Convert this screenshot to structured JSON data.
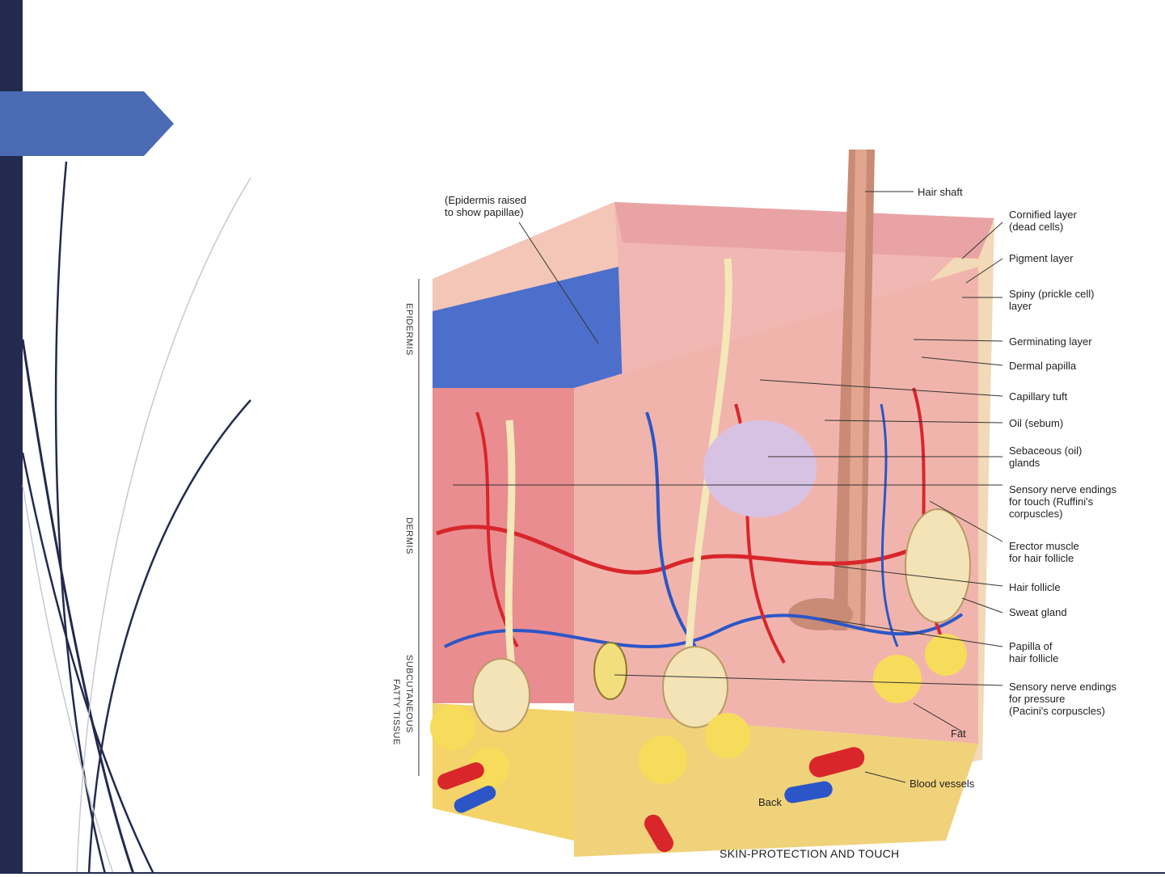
{
  "theme": {
    "bar": "#232a4f",
    "tab": "#4a6bb3",
    "tab_dark": "#3d5a9e"
  },
  "figure": {
    "note": "(Epidermis raised\nto show papillae)",
    "labels": [
      "Hair shaft",
      "Cornified layer\n(dead cells)",
      "Pigment layer",
      "Spiny (prickle cell)\nlayer",
      "Germinating layer",
      "Dermal papilla",
      "Capillary tuft",
      "Oil (sebum)",
      "Sebaceous (oil)\nglands",
      "Sensory nerve endings\nfor touch (Ruffini's\ncorpuscles)",
      "Erector muscle\nfor hair follicle",
      "Hair follicle",
      "Sweat gland",
      "Papilla of\nhair follicle",
      "Sensory nerve endings\nfor pressure\n(Pacini's corpuscles)",
      "Fat",
      "Blood vessels"
    ],
    "layers": {
      "epidermis": "EPIDERMIS",
      "dermis": "DERMIS",
      "subcutaneous": "SUBCUTANEOUS",
      "fatty": "FATTY TISSUE"
    },
    "back": "Back",
    "caption": "SKIN-PROTECTION AND TOUCH"
  }
}
